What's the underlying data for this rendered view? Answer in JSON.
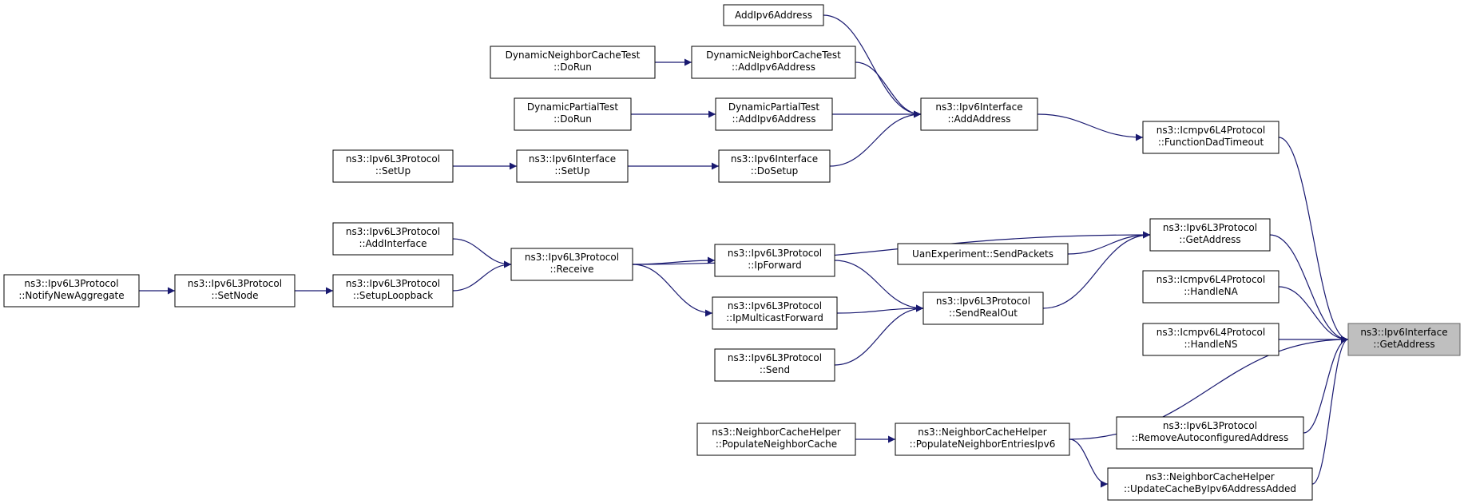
{
  "graph": {
    "nodes": {
      "notify_new_aggregate": {
        "line1": "ns3::Ipv6L3Protocol",
        "line2": "::NotifyNewAggregate"
      },
      "set_node": {
        "line1": "ns3::Ipv6L3Protocol",
        "line2": "::SetNode"
      },
      "setup_loopback": {
        "line1": "ns3::Ipv6L3Protocol",
        "line2": "::SetupLoopback"
      },
      "add_interface": {
        "line1": "ns3::Ipv6L3Protocol",
        "line2": "::AddInterface"
      },
      "l3_setup": {
        "line1": "ns3::Ipv6L3Protocol",
        "line2": "::SetUp"
      },
      "receive": {
        "line1": "ns3::Ipv6L3Protocol",
        "line2": "::Receive"
      },
      "iface_setup": {
        "line1": "ns3::Ipv6Interface",
        "line2": "::SetUp"
      },
      "dnc_dorun": {
        "line1": "DynamicNeighborCacheTest",
        "line2": "::DoRun"
      },
      "dp_dorun": {
        "line1": "DynamicPartialTest",
        "line2": "::DoRun"
      },
      "add_ipv6_address": {
        "line1": "AddIpv6Address",
        "line2": ""
      },
      "dnc_add": {
        "line1": "DynamicNeighborCacheTest",
        "line2": "::AddIpv6Address"
      },
      "dp_add": {
        "line1": "DynamicPartialTest",
        "line2": "::AddIpv6Address"
      },
      "do_setup": {
        "line1": "ns3::Ipv6Interface",
        "line2": "::DoSetup"
      },
      "ip_forward": {
        "line1": "ns3::Ipv6L3Protocol",
        "line2": "::IpForward"
      },
      "ip_mcast_forward": {
        "line1": "ns3::Ipv6L3Protocol",
        "line2": "::IpMulticastForward"
      },
      "send": {
        "line1": "ns3::Ipv6L3Protocol",
        "line2": "::Send"
      },
      "add_address": {
        "line1": "ns3::Ipv6Interface",
        "line2": "::AddAddress"
      },
      "uan_send": {
        "line1": "UanExperiment::SendPackets",
        "line2": ""
      },
      "send_real_out": {
        "line1": "ns3::Ipv6L3Protocol",
        "line2": "::SendRealOut"
      },
      "populate_cache": {
        "line1": "ns3::NeighborCacheHelper",
        "line2": "::PopulateNeighborCache"
      },
      "populate_entries": {
        "line1": "ns3::NeighborCacheHelper",
        "line2": "::PopulateNeighborEntriesIpv6"
      },
      "dad_timeout": {
        "line1": "ns3::Icmpv6L4Protocol",
        "line2": "::FunctionDadTimeout"
      },
      "get_address_l3": {
        "line1": "ns3::Ipv6L3Protocol",
        "line2": "::GetAddress"
      },
      "handle_na": {
        "line1": "ns3::Icmpv6L4Protocol",
        "line2": "::HandleNA"
      },
      "handle_ns": {
        "line1": "ns3::Icmpv6L4Protocol",
        "line2": "::HandleNS"
      },
      "remove_autoconf": {
        "line1": "ns3::Ipv6L3Protocol",
        "line2": "::RemoveAutoconfiguredAddress"
      },
      "update_cache": {
        "line1": "ns3::NeighborCacheHelper",
        "line2": "::UpdateCacheByIpv6AddressAdded"
      },
      "get_address": {
        "line1": "ns3::Ipv6Interface",
        "line2": "::GetAddress"
      }
    },
    "edges": [
      [
        "notify_new_aggregate",
        "set_node"
      ],
      [
        "set_node",
        "setup_loopback"
      ],
      [
        "setup_loopback",
        "receive"
      ],
      [
        "add_interface",
        "receive"
      ],
      [
        "l3_setup",
        "iface_setup"
      ],
      [
        "iface_setup",
        "do_setup"
      ],
      [
        "dnc_dorun",
        "dnc_add"
      ],
      [
        "dp_dorun",
        "dp_add"
      ],
      [
        "add_ipv6_address",
        "add_address"
      ],
      [
        "dnc_add",
        "add_address"
      ],
      [
        "dp_add",
        "add_address"
      ],
      [
        "do_setup",
        "add_address"
      ],
      [
        "receive",
        "get_address_l3"
      ],
      [
        "receive",
        "ip_forward"
      ],
      [
        "receive",
        "ip_mcast_forward"
      ],
      [
        "ip_forward",
        "send_real_out"
      ],
      [
        "ip_mcast_forward",
        "send_real_out"
      ],
      [
        "send",
        "send_real_out"
      ],
      [
        "uan_send",
        "get_address_l3"
      ],
      [
        "send_real_out",
        "get_address_l3"
      ],
      [
        "add_address",
        "dad_timeout"
      ],
      [
        "populate_cache",
        "populate_entries"
      ],
      [
        "populate_entries",
        "update_cache"
      ],
      [
        "populate_entries",
        "get_address"
      ],
      [
        "dad_timeout",
        "get_address"
      ],
      [
        "get_address_l3",
        "get_address"
      ],
      [
        "handle_na",
        "get_address"
      ],
      [
        "handle_ns",
        "get_address"
      ],
      [
        "remove_autoconf",
        "get_address"
      ],
      [
        "update_cache",
        "get_address"
      ]
    ],
    "focus_node": "get_address",
    "colors": {
      "edge": "#191970",
      "node_border": "#000000",
      "focus_fill": "#bfbfbf",
      "focus_border": "#666666"
    }
  }
}
